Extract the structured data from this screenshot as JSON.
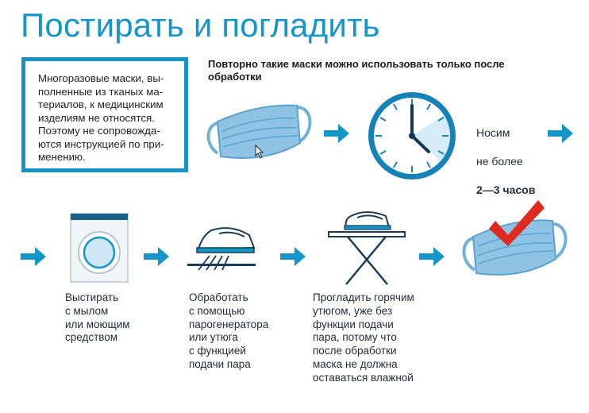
{
  "title": "Постирать и погладить",
  "info_box": {
    "text": "Многоразовые маски, вы-\nполненные из тканых ма-\nтериалов, к медицинским\nизделиям не относятся.\nПоэтому не сопровожда-\nются инструкцией по при-\nменению."
  },
  "reuse_note": "Повторно такие маски можно использовать только после\nобработки",
  "wear": {
    "line1": "Носим",
    "line2": "не более",
    "bold": "2—3 часов"
  },
  "steps": [
    {
      "caption": "Выстирать\nс мылом\nили моющим\nсредством",
      "icon": "washing-machine-icon"
    },
    {
      "caption": "Обработать\nс помощью\nпарогенератора\nили утюга\nс функцией\nподачи пара",
      "icon": "steam-iron-icon"
    },
    {
      "caption": "Прогладить горячим\nутюгом, уже без\nфункции подачи\nпара, потому что\nпосле обработки\nмаска не должна\nоставаться влажной",
      "icon": "ironing-board-icon"
    }
  ],
  "colors": {
    "accent": "#1596c9",
    "mask": "#8ec3e3",
    "check": "#e02a1f"
  }
}
